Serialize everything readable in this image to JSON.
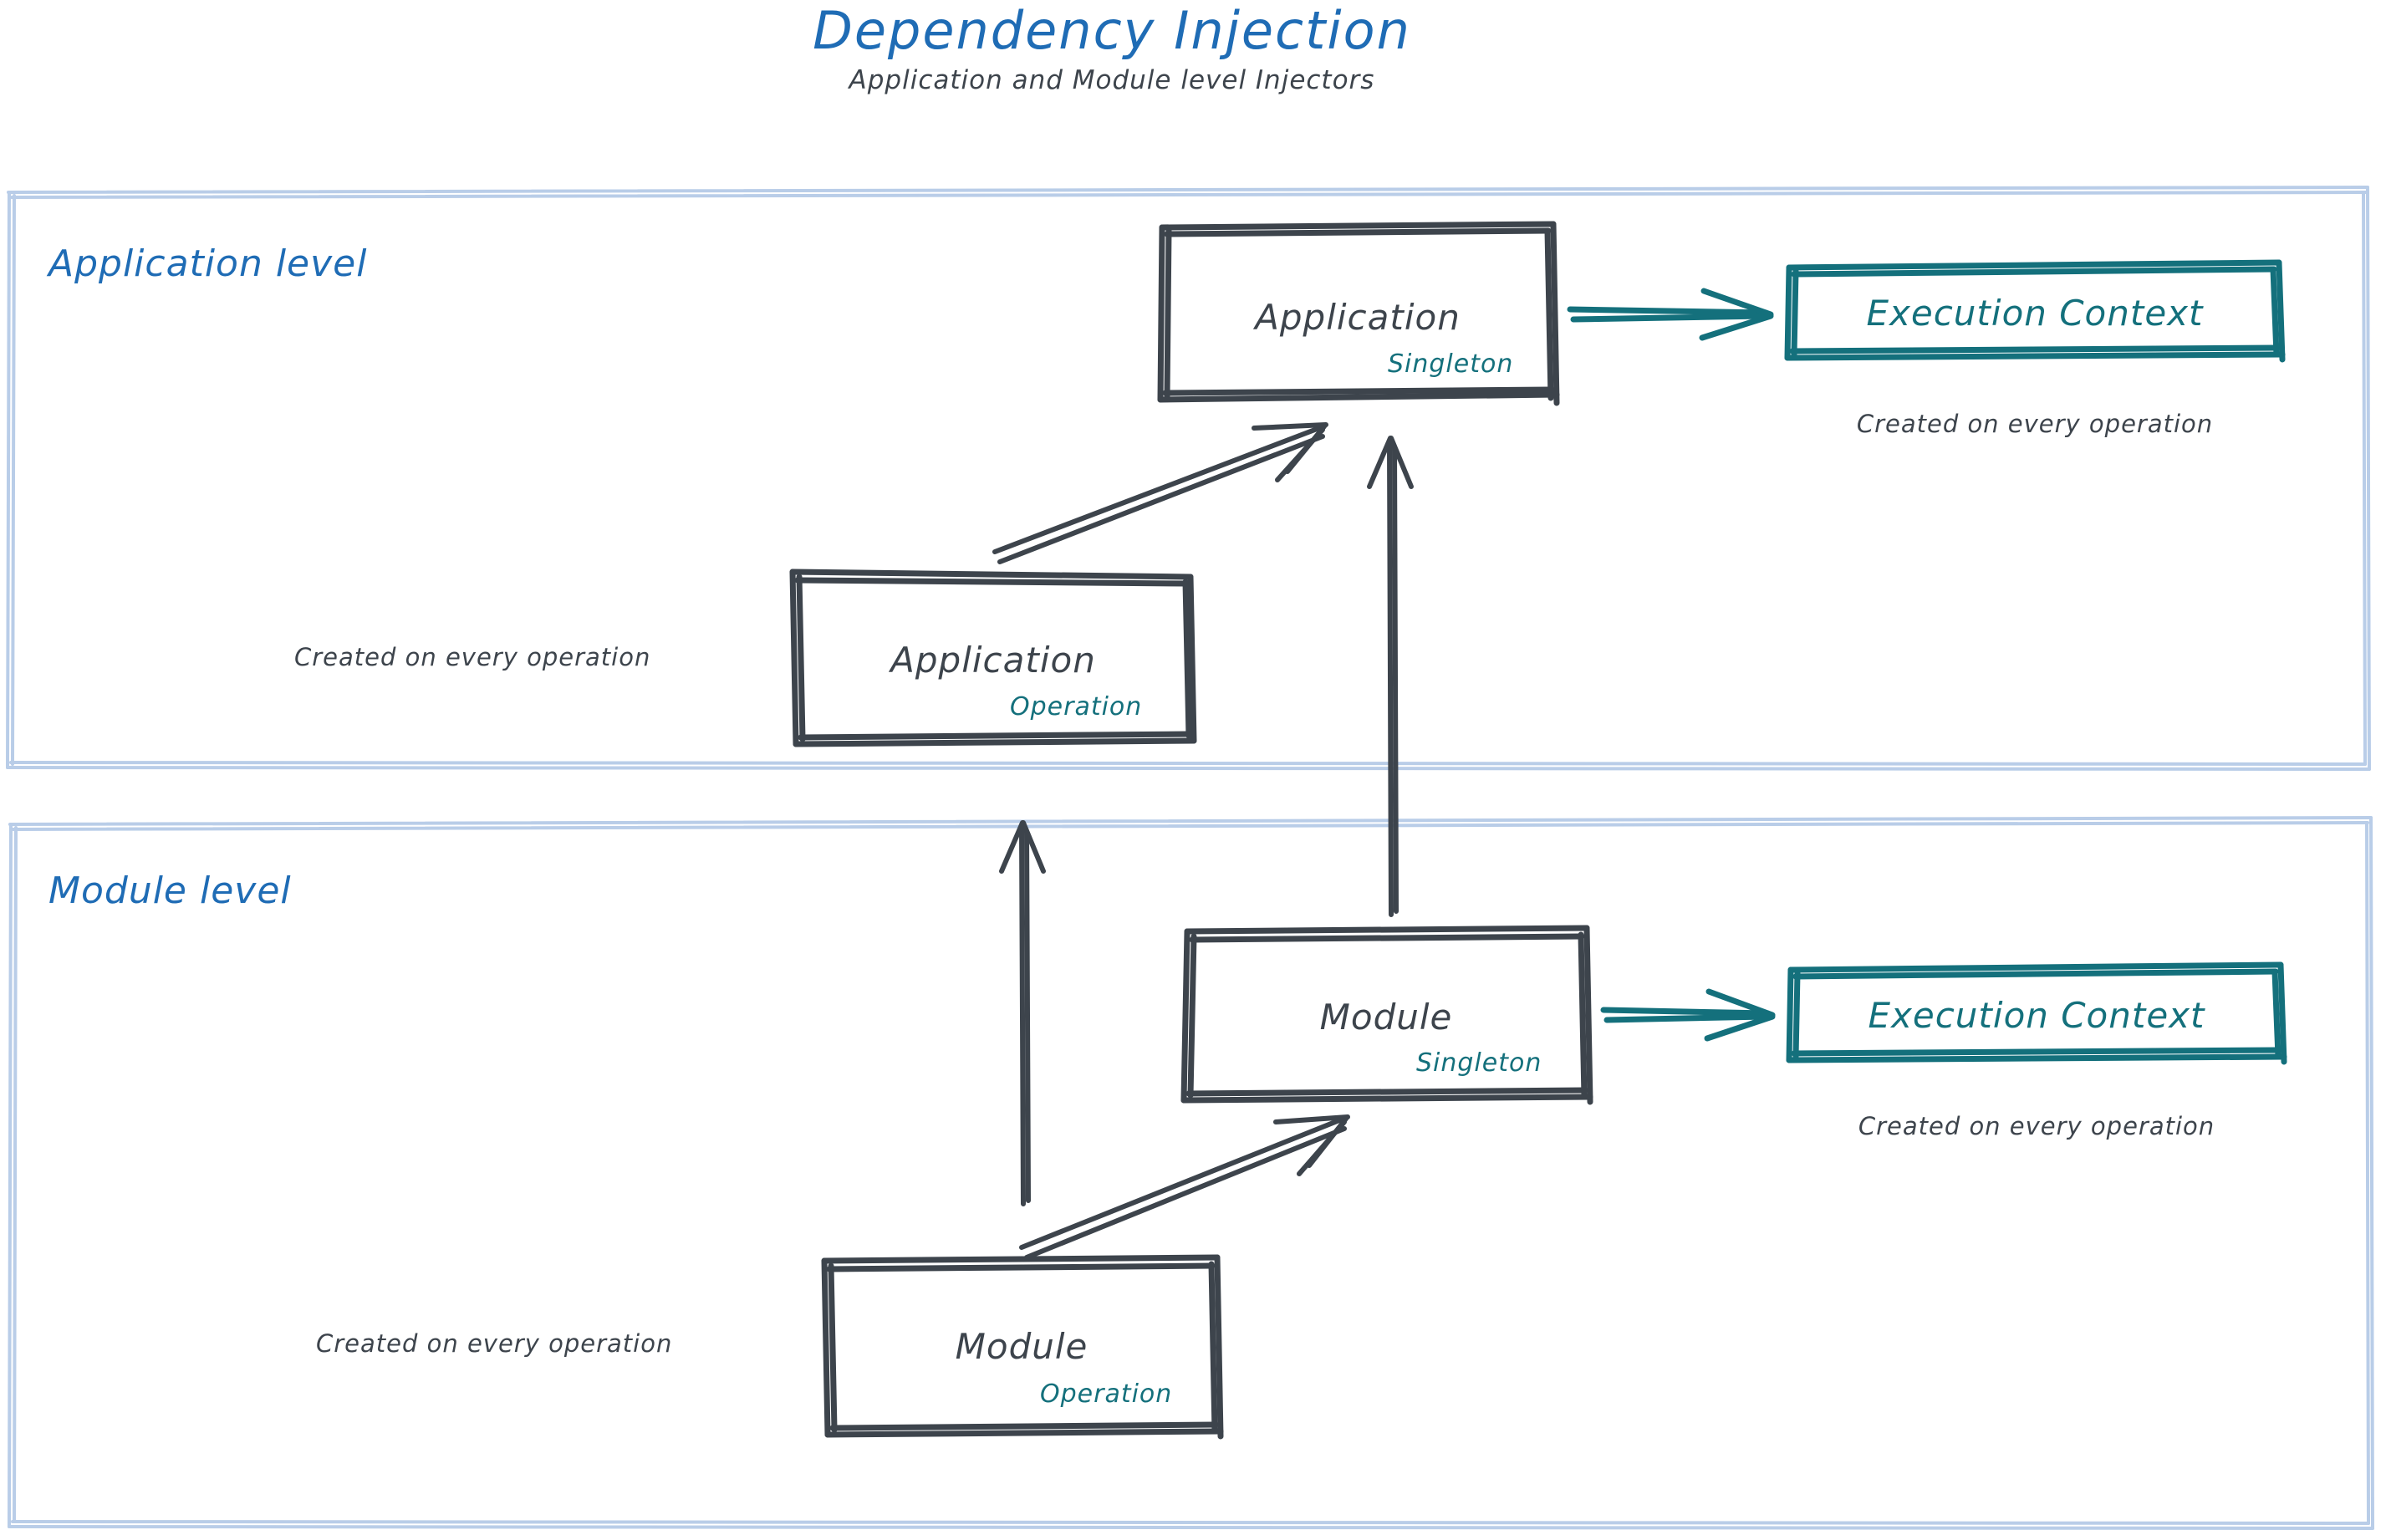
{
  "header": {
    "title": "Dependency Injection",
    "subtitle": "Application and Module level Injectors"
  },
  "colors": {
    "title_blue": "#1f6cb5",
    "panel_border_blue": "#b9cde8",
    "sketch_dark": "#3d444c",
    "teal": "#14707c",
    "background": "#ffffff"
  },
  "panels": [
    {
      "id": "application-level",
      "label": "Application level",
      "nodes": [
        {
          "id": "application-singleton",
          "title": "Application",
          "scope": "Singleton",
          "scope_color": "#14707c",
          "style": "dark-sketch-box"
        },
        {
          "id": "application-operation",
          "title": "Application",
          "scope": "Operation",
          "scope_color": "#14707c",
          "style": "dark-sketch-box"
        },
        {
          "id": "application-execution-context",
          "title": "Execution Context",
          "scope": "",
          "scope_color": "#14707c",
          "style": "teal-sketch-box"
        }
      ],
      "notes": [
        {
          "id": "note-app-exec-ctx",
          "text": "Created on every operation"
        },
        {
          "id": "note-app-operation",
          "text": "Created on every operation"
        }
      ]
    },
    {
      "id": "module-level",
      "label": "Module level",
      "nodes": [
        {
          "id": "module-singleton",
          "title": "Module",
          "scope": "Singleton",
          "scope_color": "#14707c",
          "style": "dark-sketch-box"
        },
        {
          "id": "module-operation",
          "title": "Module",
          "scope": "Operation",
          "scope_color": "#14707c",
          "style": "dark-sketch-box"
        },
        {
          "id": "module-execution-context",
          "title": "Execution Context",
          "scope": "",
          "scope_color": "#14707c",
          "style": "teal-sketch-box"
        }
      ],
      "notes": [
        {
          "id": "note-mod-exec-ctx",
          "text": "Created on every operation"
        },
        {
          "id": "note-mod-operation",
          "text": "Created on every operation"
        }
      ]
    }
  ],
  "edges": [
    {
      "id": "edge-app-operation-to-app-singleton",
      "from": "application-operation",
      "to": "application-singleton",
      "color": "#3d444c",
      "kind": "diagonal-arrow"
    },
    {
      "id": "edge-app-singleton-to-app-exec-ctx",
      "from": "application-singleton",
      "to": "application-execution-context",
      "color": "#14707c",
      "kind": "horizontal-arrow"
    },
    {
      "id": "edge-module-singleton-to-app-singleton",
      "from": "module-singleton",
      "to": "application-singleton",
      "color": "#3d444c",
      "kind": "vertical-arrow"
    },
    {
      "id": "edge-module-operation-to-app-operation",
      "from": "module-operation",
      "to": "application-operation",
      "color": "#3d444c",
      "kind": "vertical-arrow"
    },
    {
      "id": "edge-module-operation-to-module-singleton",
      "from": "module-operation",
      "to": "module-singleton",
      "color": "#3d444c",
      "kind": "diagonal-arrow"
    },
    {
      "id": "edge-module-singleton-to-module-exec-ctx",
      "from": "module-singleton",
      "to": "module-execution-context",
      "color": "#14707c",
      "kind": "horizontal-arrow"
    }
  ]
}
